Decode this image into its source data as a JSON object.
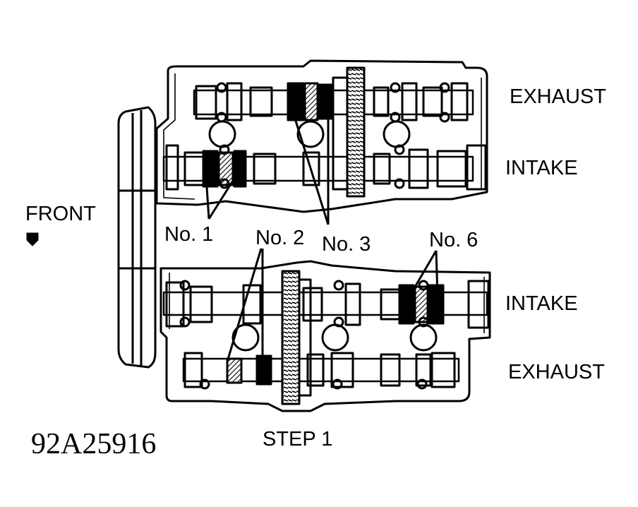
{
  "labels": {
    "bank_a_exhaust": "EXHAUST",
    "bank_a_intake": "INTAKE",
    "bank_b_intake": "INTAKE",
    "bank_b_exhaust": "EXHAUST",
    "front": "FRONT",
    "no1": "No. 1",
    "no2": "No. 2",
    "no3": "No. 3",
    "no6": "No. 6",
    "step": "STEP 1",
    "figure_id": "92A25916"
  },
  "colors": {
    "ink": "#000000",
    "paper": "#ffffff"
  },
  "icons": {
    "front_marker": "pentagon-arrow-down"
  }
}
